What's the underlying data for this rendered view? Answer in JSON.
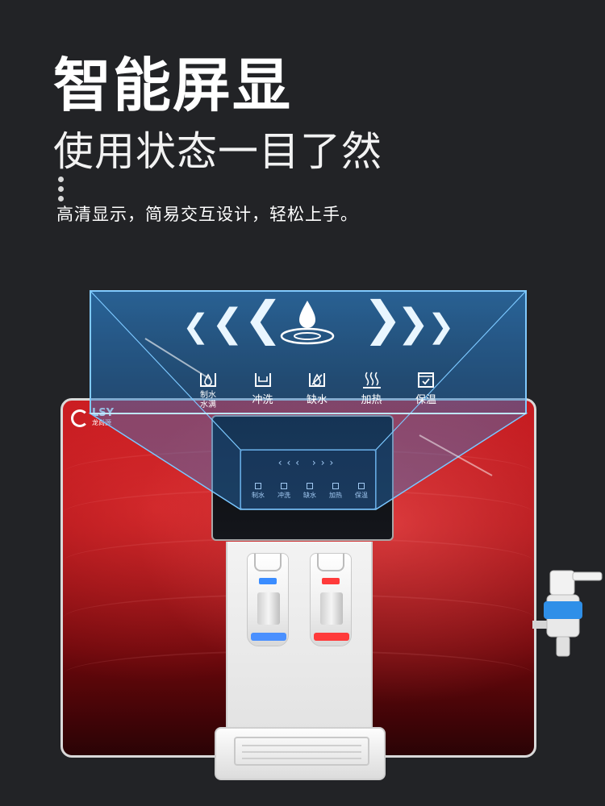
{
  "header": {
    "title": "智能屏显",
    "subtitle": "使用状态一目了然",
    "description": "高清显示，简易交互设计，轻松上手。"
  },
  "brand": {
    "logo_text": "LSY",
    "logo_subtext": "龙尚源"
  },
  "panel": {
    "chevrons_left": "❮",
    "chevrons_right": "❯",
    "status_items": [
      {
        "icon": "water-making-icon",
        "label_line1": "制水",
        "label_line2": "水满"
      },
      {
        "icon": "flush-icon",
        "label": "冲洗"
      },
      {
        "icon": "water-shortage-icon",
        "label": "缺水"
      },
      {
        "icon": "heating-icon",
        "label": "加热"
      },
      {
        "icon": "keep-warm-icon",
        "label": "保温"
      }
    ]
  },
  "mini_panel": {
    "chevrons": "‹‹‹ ›››",
    "labels": [
      "制水",
      "冲洗",
      "缺水",
      "加热",
      "保温"
    ]
  },
  "colors": {
    "background": "#222326",
    "machine_red": "#b01218",
    "projection_blue": "#3fa9ff",
    "cold_indicator": "#3a8cff",
    "hot_indicator": "#ff3a3a"
  }
}
